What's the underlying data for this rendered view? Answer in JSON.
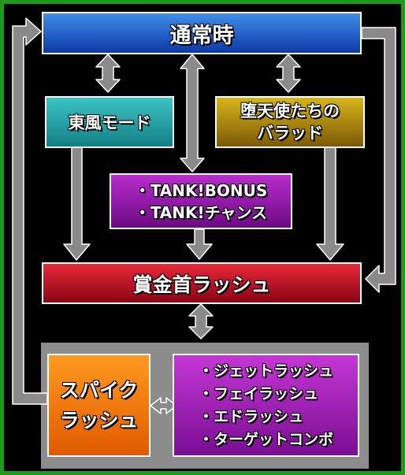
{
  "nodes": {
    "normal": {
      "label": "通常時",
      "color_top": "#3f8ee8",
      "color_bottom": "#0b3aa8"
    },
    "toufu": {
      "label": "東風モード",
      "color_top": "#3ec3c3",
      "color_bottom": "#117f86"
    },
    "datenshi": {
      "lines": [
        "堕天使たちの",
        "バラッド"
      ],
      "color_top": "#d7b51a",
      "color_bottom": "#7c5a06"
    },
    "tank": {
      "lines": [
        "・TANK!BONUS",
        "・TANK!チャンス"
      ],
      "color_top": "#b92ccc",
      "color_bottom": "#6d0b84"
    },
    "bounty": {
      "label": "賞金首ラッシュ",
      "color_top": "#e6283a",
      "color_bottom": "#8a0614"
    },
    "spike": {
      "lines": [
        "スパイク",
        "ラッシュ"
      ],
      "color_top": "#ff9a20",
      "color_bottom": "#e05a00"
    },
    "rushes": {
      "lines": [
        "・ジェットラッシュ",
        "・フェイラッシュ",
        "・エドラッシュ",
        "・ターゲットコンボ"
      ],
      "color_top": "#c436d6",
      "color_bottom": "#7a0e92"
    }
  },
  "colors": {
    "frame": "#1f9a1f",
    "background": "#000000",
    "group": "#8c8c8c",
    "arrow_fill": "#8a8a8a",
    "arrow_stroke": "#ffffff"
  }
}
